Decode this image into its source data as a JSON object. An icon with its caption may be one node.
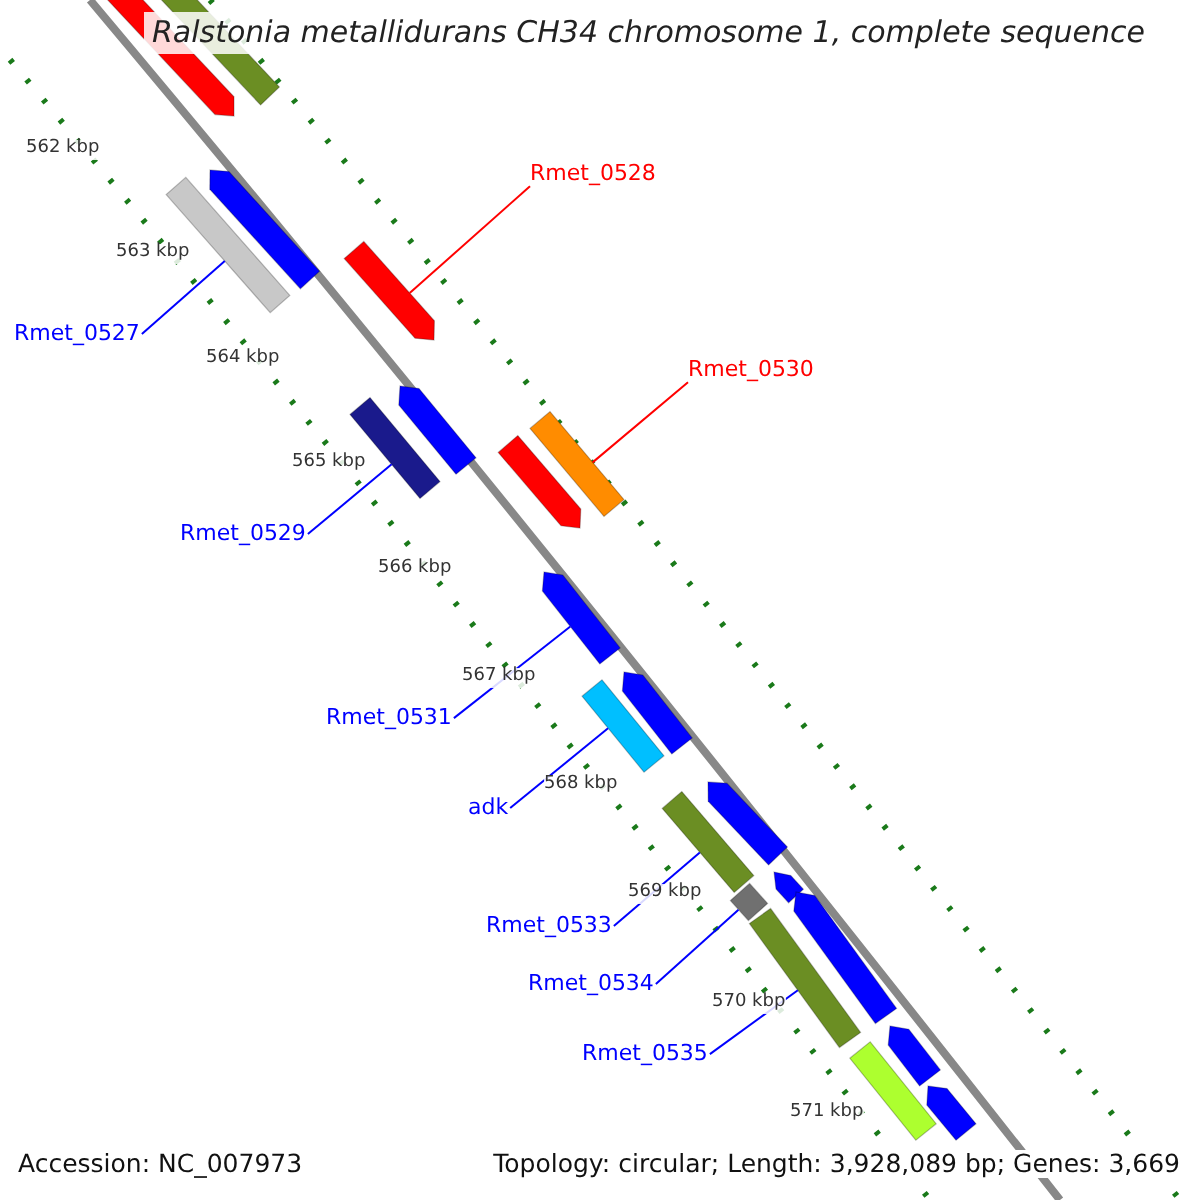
{
  "diagram": {
    "title": "Ralstonia metallidurans CH34 chromosome 1, complete sequence",
    "nodes": [
      {
        "text": [
          "Rmet_0528"
        ]
      },
      {
        "text": [],
        "shape": "arrow"
      },
      {
        "text": [
          "Rmet_0527"
        ]
      },
      {
        "text": [],
        "shape": "bar"
      },
      {
        "text": [
          "Rmet_0530"
        ]
      },
      {
        "text": [],
        "shape": "bar"
      },
      {
        "text": [
          "Rmet_0529"
        ]
      },
      {
        "text": [],
        "shape": "bar"
      },
      {
        "text": [
          "Rmet_0531"
        ]
      },
      {
        "text": [],
        "shape": "arrow"
      },
      {
        "text": [
          "adk"
        ]
      },
      {
        "text": [],
        "shape": "bar"
      },
      {
        "text": [
          "Rmet_0533"
        ]
      },
      {
        "text": [],
        "shape": "bar"
      },
      {
        "text": [
          "Rmet_0534"
        ]
      },
      {
        "text": [],
        "shape": "bar"
      },
      {
        "text": [
          "Rmet_0535"
        ]
      },
      {
        "text": [],
        "shape": "bar"
      },
      {
        "text": [],
        "shape": "arrow"
      },
      {
        "text": [],
        "shape": "bar"
      },
      {
        "text": [],
        "shape": "arrow"
      },
      {
        "text": [],
        "shape": "arrow"
      },
      {
        "text": [],
        "shape": "arrow"
      },
      {
        "text": [],
        "shape": "arrow"
      },
      {
        "text": [],
        "shape": "arrow"
      },
      {
        "text": [],
        "shape": "arrow"
      },
      {
        "text": [],
        "shape": "arrow"
      },
      {
        "text": [],
        "shape": "bar"
      },
      {
        "text": [],
        "shape": "arrow"
      },
      {
        "text": [],
        "shape": "arrow"
      }
    ],
    "edges": [
      {
        "from": 0,
        "to": 1,
        "arrow": "none",
        "color": "#ff0000"
      },
      {
        "from": 2,
        "to": 3,
        "arrow": "none"
      },
      {
        "from": 4,
        "to": 5,
        "arrow": "none",
        "color": "#ff0000"
      },
      {
        "from": 6,
        "to": 7,
        "arrow": "none"
      },
      {
        "from": 8,
        "to": 9,
        "arrow": "none"
      },
      {
        "from": 10,
        "to": 11,
        "arrow": "none"
      },
      {
        "from": 12,
        "to": 13,
        "arrow": "none"
      },
      {
        "from": 14,
        "to": 15,
        "arrow": "none"
      },
      {
        "from": 16,
        "to": 17,
        "arrow": "none"
      }
    ],
    "labels": [
      "562 kbp",
      "563 kbp",
      "564 kbp",
      "565 kbp",
      "566 kbp",
      "567 kbp",
      "568 kbp",
      "569 kbp",
      "570 kbp",
      "571 kbp",
      "Accession: NC_007973",
      "Topology: circular; Length: 3,928,089 bp; Genes: 3,669"
    ]
  }
}
